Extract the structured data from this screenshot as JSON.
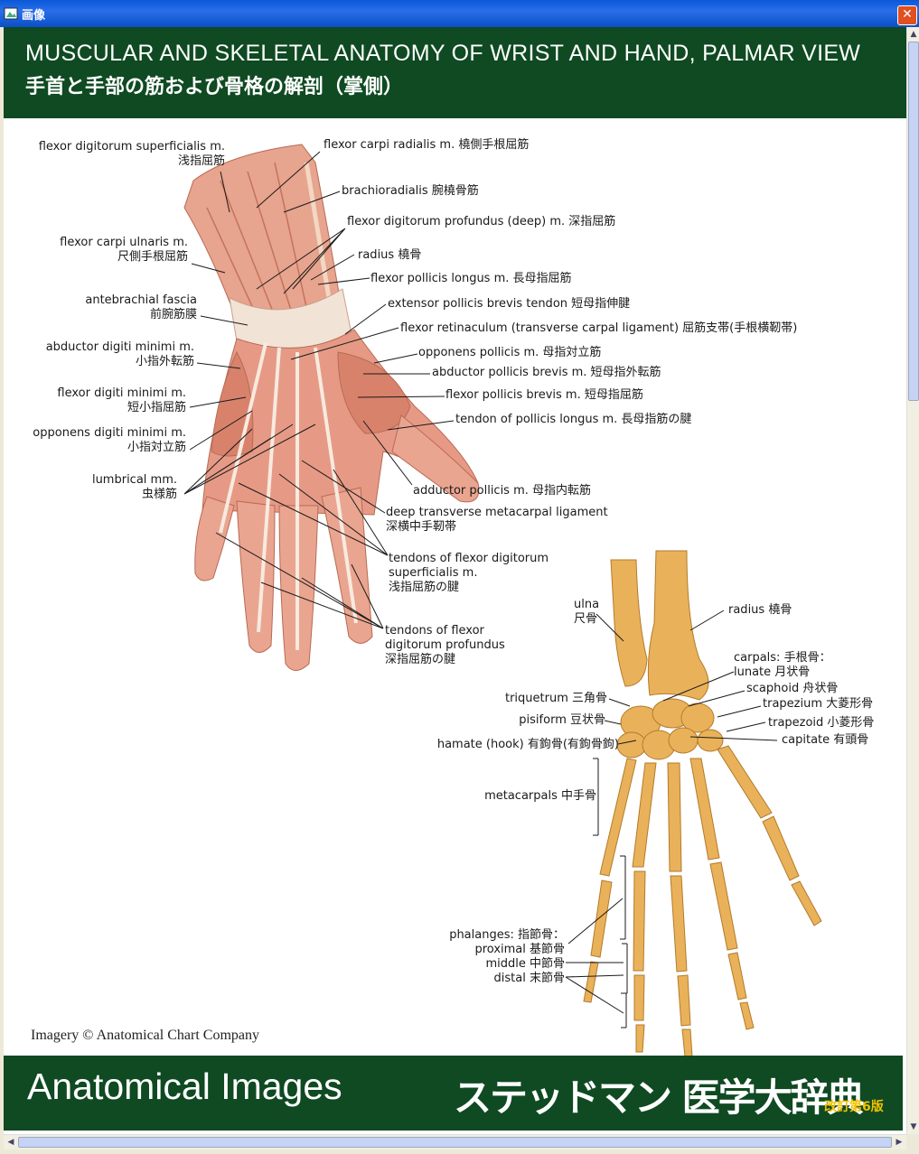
{
  "window": {
    "title": "画像",
    "close": "✕"
  },
  "header": {
    "title_en": "MUSCULAR AND SKELETAL ANATOMY OF WRIST AND HAND, PALMAR VIEW",
    "title_jp": "手首と手部の筋および骨格の解剖（掌側）"
  },
  "labels": {
    "fds": "flexor digitorum superficialis m.",
    "fds_jp": "浅指屈筋",
    "fcr": "flexor carpi radialis m. 橈側手根屈筋",
    "brachio": "brachioradialis 腕橈骨筋",
    "fdp": "flexor digitorum profundus (deep) m. 深指屈筋",
    "fcu": "flexor carpi ulnaris m.",
    "fcu_jp": "尺側手根屈筋",
    "radius_m": "radius 橈骨",
    "fpl": "flexor pollicis longus m. 長母指屈筋",
    "fascia": "antebrachial fascia",
    "fascia_jp": "前腕筋膜",
    "epb": "extensor pollicis brevis tendon 短母指伸腱",
    "retinaculum": "flexor retinaculum (transverse carpal ligament) 屈筋支帯(手根横靭帯)",
    "adm": "abductor digiti minimi m.",
    "adm_jp": "小指外転筋",
    "op": "opponens pollicis m. 母指対立筋",
    "apb": "abductor pollicis brevis m. 短母指外転筋",
    "fdm": "flexor digiti minimi m.",
    "fdm_jp": "短小指屈筋",
    "fpb": "flexor pollicis brevis m. 短母指屈筋",
    "tpl": "tendon of pollicis longus m. 長母指筋の腱",
    "odm": "opponens digiti minimi m.",
    "odm_jp": "小指対立筋",
    "lumb": "lumbrical mm.",
    "lumb_jp": "虫様筋",
    "ap": "adductor pollicis m. 母指内転筋",
    "dtml": "deep transverse metacarpal ligament",
    "dtml_jp": "深横中手靭帯",
    "tfds1": "tendons of flexor digitorum",
    "tfds2": "superficialis m.",
    "tfds_jp": "浅指屈筋の腱",
    "tfdp1": "tendons of flexor",
    "tfdp2": "digitorum profundus",
    "tfdp_jp": "深指屈筋の腱",
    "ulna": "ulna",
    "ulna_jp": "尺骨",
    "radius_b": "radius 橈骨",
    "carpals": "carpals: 手根骨：",
    "lunate": "lunate 月状骨",
    "triquetrum": "triquetrum 三角骨",
    "scaphoid": "scaphoid 舟状骨",
    "trapezium": "trapezium 大菱形骨",
    "pisiform": "pisiform 豆状骨",
    "trapezoid": "trapezoid 小菱形骨",
    "hamate": "hamate (hook) 有鉤骨(有鉤骨鉤)",
    "capitate": "capitate 有頭骨",
    "metacarpals": "metacarpals 中手骨",
    "phalanges": "phalanges: 指節骨：",
    "proximal": "proximal 基節骨",
    "middle": "middle 中節骨",
    "distal": "distal 末節骨"
  },
  "credit": "Imagery © Anatomical Chart Company",
  "footer": {
    "left": "Anatomical Images",
    "right": "ステッドマン 医学大辞典",
    "edition": "改訂第6版"
  },
  "colors": {
    "header_bg": "#0f4a22",
    "muscle": "#e8a08a",
    "bone": "#e9b25a",
    "titlebar": "#0a58d8"
  }
}
